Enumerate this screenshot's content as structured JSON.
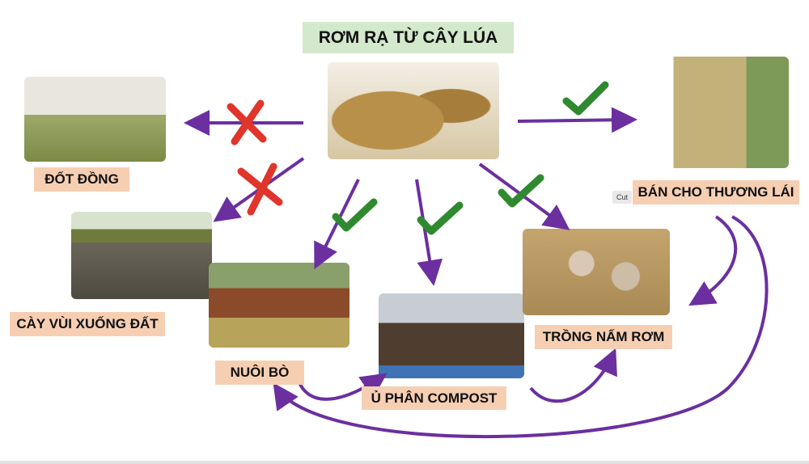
{
  "title": "RƠM RẠ TỪ CÂY LÚA",
  "labels": {
    "burn": "ĐỐT ĐỒNG",
    "plough": "CÀY VÙI XUỐNG ĐẤT",
    "cattle": "NUÔI BÒ",
    "compost": "Ủ PHÂN COMPOST",
    "mushroom": "TRỒNG NẤM RƠM",
    "sell": "BÁN CHO THƯƠNG LÁI"
  },
  "context_menu": {
    "cut": "Cut"
  },
  "colors": {
    "arrow": "#6b2fa0",
    "check": "#2f8a2f",
    "cross": "#e0352b",
    "label_bg": "#f6cfb3",
    "title_bg": "#d4e8cc"
  }
}
